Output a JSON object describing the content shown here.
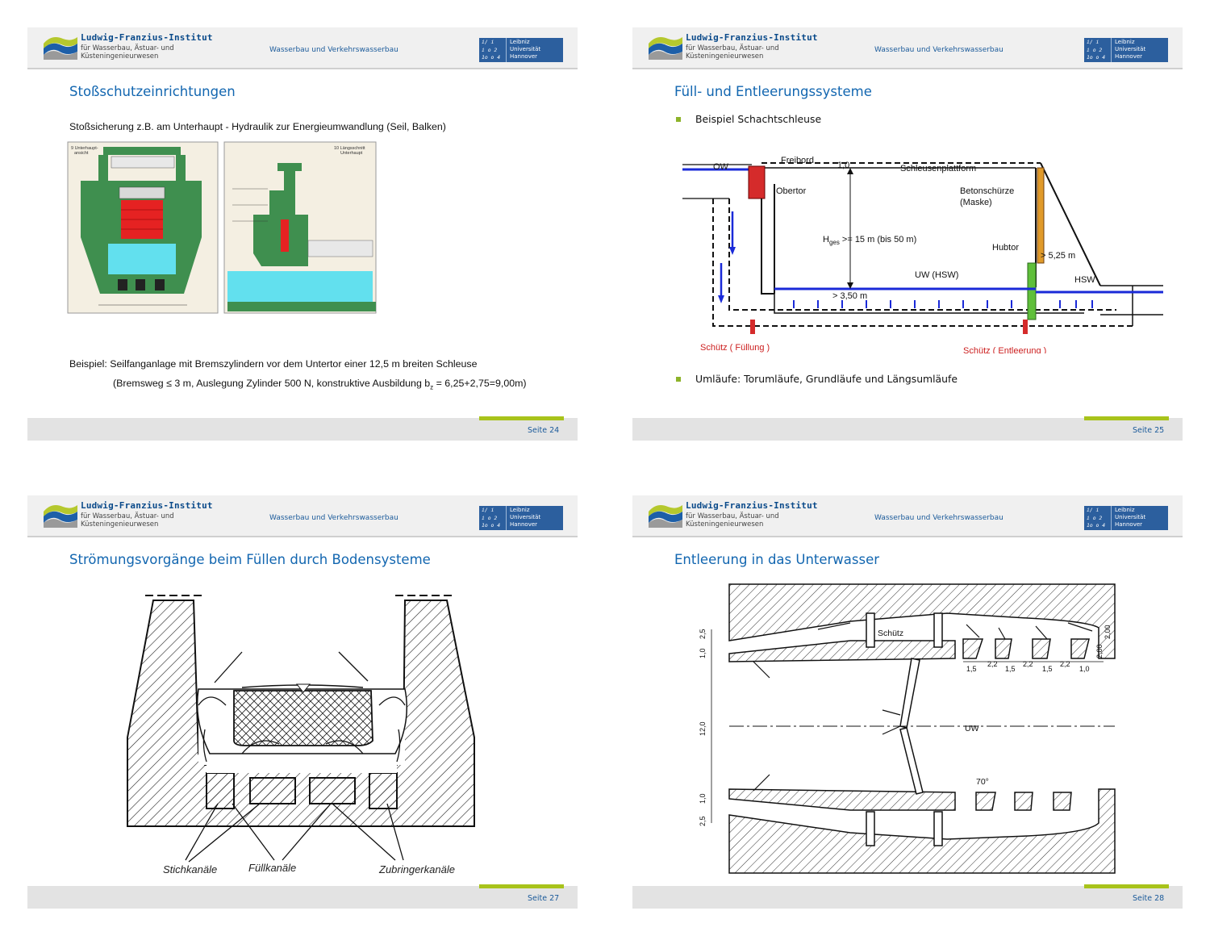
{
  "header": {
    "institute": "Ludwig-Franzius-Institut",
    "institute_line2": "für Wasserbau, Ästuar- und",
    "institute_line3": "Küsteningenieurwesen",
    "department": "Wasserbau und Verkehrswasserbau",
    "uni_line1": "Leibniz",
    "uni_line2": "Universität",
    "uni_line3": "Hannover",
    "uni_mark": "i/ i\ni o 2\n1o o 4"
  },
  "slides": [
    {
      "title": "Stoßschutzeinrichtungen",
      "intro": "Stoßsicherung z.B. am Unterhaupt - Hydraulik zur Energieumwandlung (Seil, Balken)",
      "fig_left_label": "9 Unterhaupt-\nansicht",
      "fig_right_label": "10 Längsschnitt\nUnterhaupt",
      "example": "Beispiel: Seilfanganlage mit Bremszylindern vor dem Untertor einer 12,5 m breiten Schleuse",
      "detail": "(Bremsweg ≤ 3 m, Auslegung Zylinder 500 N, konstruktive Ausbildung b",
      "detail_sub": "z",
      "detail_end": " = 6,25+2,75=9,00m)",
      "page": "Seite 24"
    },
    {
      "title": "Füll- und Entleerungssysteme",
      "bullet1": "Beispiel Schachtschleuse",
      "bullet2": "Umläufe: Torumläufe, Grundläufe und Längsumläufe",
      "labels": {
        "ow": "OW",
        "freibord": "Freibord",
        "freibord_val": "1,0",
        "plattform": "Schleusenplattform",
        "obertor": "Obertor",
        "schuerze1": "Betonschürze",
        "schuerze2": "(Maske)",
        "hges_a": "H",
        "hges_sub": "ges",
        "hges_b": " >= 15 m (bis 50 m)",
        "hubtor": "Hubtor",
        "h525": "> 5,25 m",
        "hsw": "HSW",
        "uw": "UW (HSW)",
        "h350": "> 3,50 m",
        "schuetz_f": "Schütz ( Füllung )",
        "schuetz_e": "Schütz ( Entleerung )"
      },
      "page": "Seite 25"
    },
    {
      "title": "Strömungsvorgänge beim Füllen durch Bodensysteme",
      "label_stich": "Stichkanäle",
      "label_fuell": "Füllkanäle",
      "label_zubr": "Zubringerkanäle",
      "page": "Seite 27"
    },
    {
      "title": "Entleerung in das Unterwasser",
      "labels": {
        "schuetz": "Schütz",
        "uw": "UW",
        "angle": "70°",
        "d25": "2,5",
        "d10": "1,0",
        "d120": "12,0",
        "d200a": "2,00",
        "d200b": "2,00",
        "d15a": "1,5",
        "d22a": "2,2",
        "d15b": "1,5",
        "d22b": "2,2",
        "d15c": "1,5",
        "d22c": "2,2",
        "d10b": "1,0",
        "d25b": "2,5",
        "d10c": "1,0"
      },
      "page": "Seite 28"
    }
  ],
  "colors": {
    "title": "#1266b0",
    "accent_green": "#a8c31b",
    "bullet": "#8db32a",
    "uni_blue": "#2c5f9e",
    "water_blue": "#1a2ad8",
    "gate_red": "#cc1f1f"
  }
}
